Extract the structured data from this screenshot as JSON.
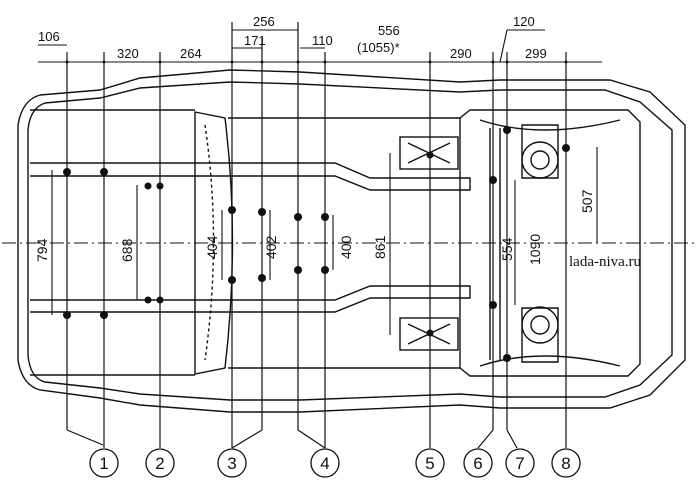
{
  "top_dimensions": {
    "d106": "106",
    "d320": "320",
    "d264": "264",
    "d256": "256",
    "d171": "171",
    "d110": "110",
    "d556": "556",
    "d1055": "(1055)*",
    "d290": "290",
    "d120": "120",
    "d299": "299"
  },
  "vertical_dimensions": {
    "d794": "794",
    "d688": "688",
    "d404": "404",
    "d402": "402",
    "d400": "400",
    "d861": "861",
    "d554": "554",
    "d1090": "1090",
    "d507": "507"
  },
  "points": [
    "1",
    "2",
    "3",
    "4",
    "5",
    "6",
    "7",
    "8"
  ],
  "watermark": "lada-niva.ru"
}
